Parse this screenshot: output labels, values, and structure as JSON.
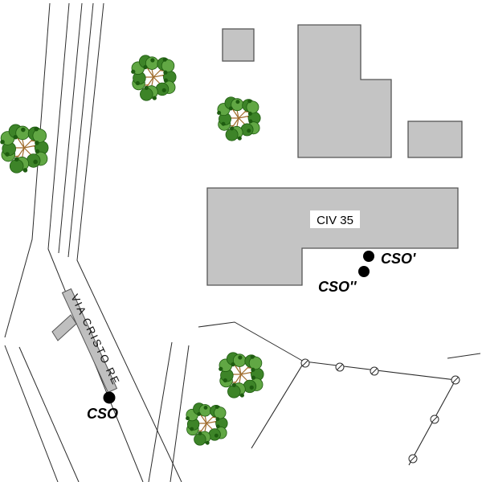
{
  "map": {
    "labels": {
      "street": "VIA CRISTO RE",
      "building_civ": "CIV 35",
      "cso": "CSO",
      "cso_prime": "CSO'",
      "cso_double_prime": "CSO''"
    },
    "colors": {
      "building_fill": "#c4c4c4",
      "building_stroke": "#555555",
      "road_fill": "#bfbfbf",
      "line": "#2b2b2b",
      "branch": "#a06c2c",
      "leaf_light": "#61a744",
      "leaf_mid": "#3d8428",
      "leaf_dark": "#1e5c10",
      "point_fill": "#000000"
    }
  }
}
